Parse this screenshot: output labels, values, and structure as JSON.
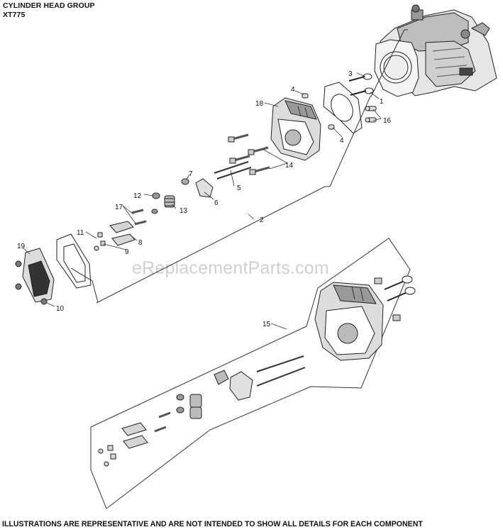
{
  "diagram": {
    "title": "CYLINDER HEAD GROUP",
    "model": "XT775",
    "watermark": "eReplacementParts.com",
    "footer": "ILLUSTRATIONS ARE REPRESENTATIVE AND ARE NOT INTENDED TO SHOW ALL DETAILS FOR EACH COMPONENT"
  },
  "callouts": [
    {
      "id": "c1",
      "label": "1"
    },
    {
      "id": "c2",
      "label": "2"
    },
    {
      "id": "c3",
      "label": "3"
    },
    {
      "id": "c4a",
      "label": "4"
    },
    {
      "id": "c4b",
      "label": "4"
    },
    {
      "id": "c5",
      "label": "5"
    },
    {
      "id": "c6",
      "label": "6"
    },
    {
      "id": "c7",
      "label": "7"
    },
    {
      "id": "c8",
      "label": "8"
    },
    {
      "id": "c9",
      "label": "9"
    },
    {
      "id": "c10",
      "label": "10"
    },
    {
      "id": "c11",
      "label": "11"
    },
    {
      "id": "c12",
      "label": "12"
    },
    {
      "id": "c13",
      "label": "13"
    },
    {
      "id": "c14",
      "label": "14"
    },
    {
      "id": "c15",
      "label": "15"
    },
    {
      "id": "c16",
      "label": "16"
    },
    {
      "id": "c17",
      "label": "17"
    },
    {
      "id": "c18",
      "label": "18"
    },
    {
      "id": "c19",
      "label": "19"
    }
  ]
}
